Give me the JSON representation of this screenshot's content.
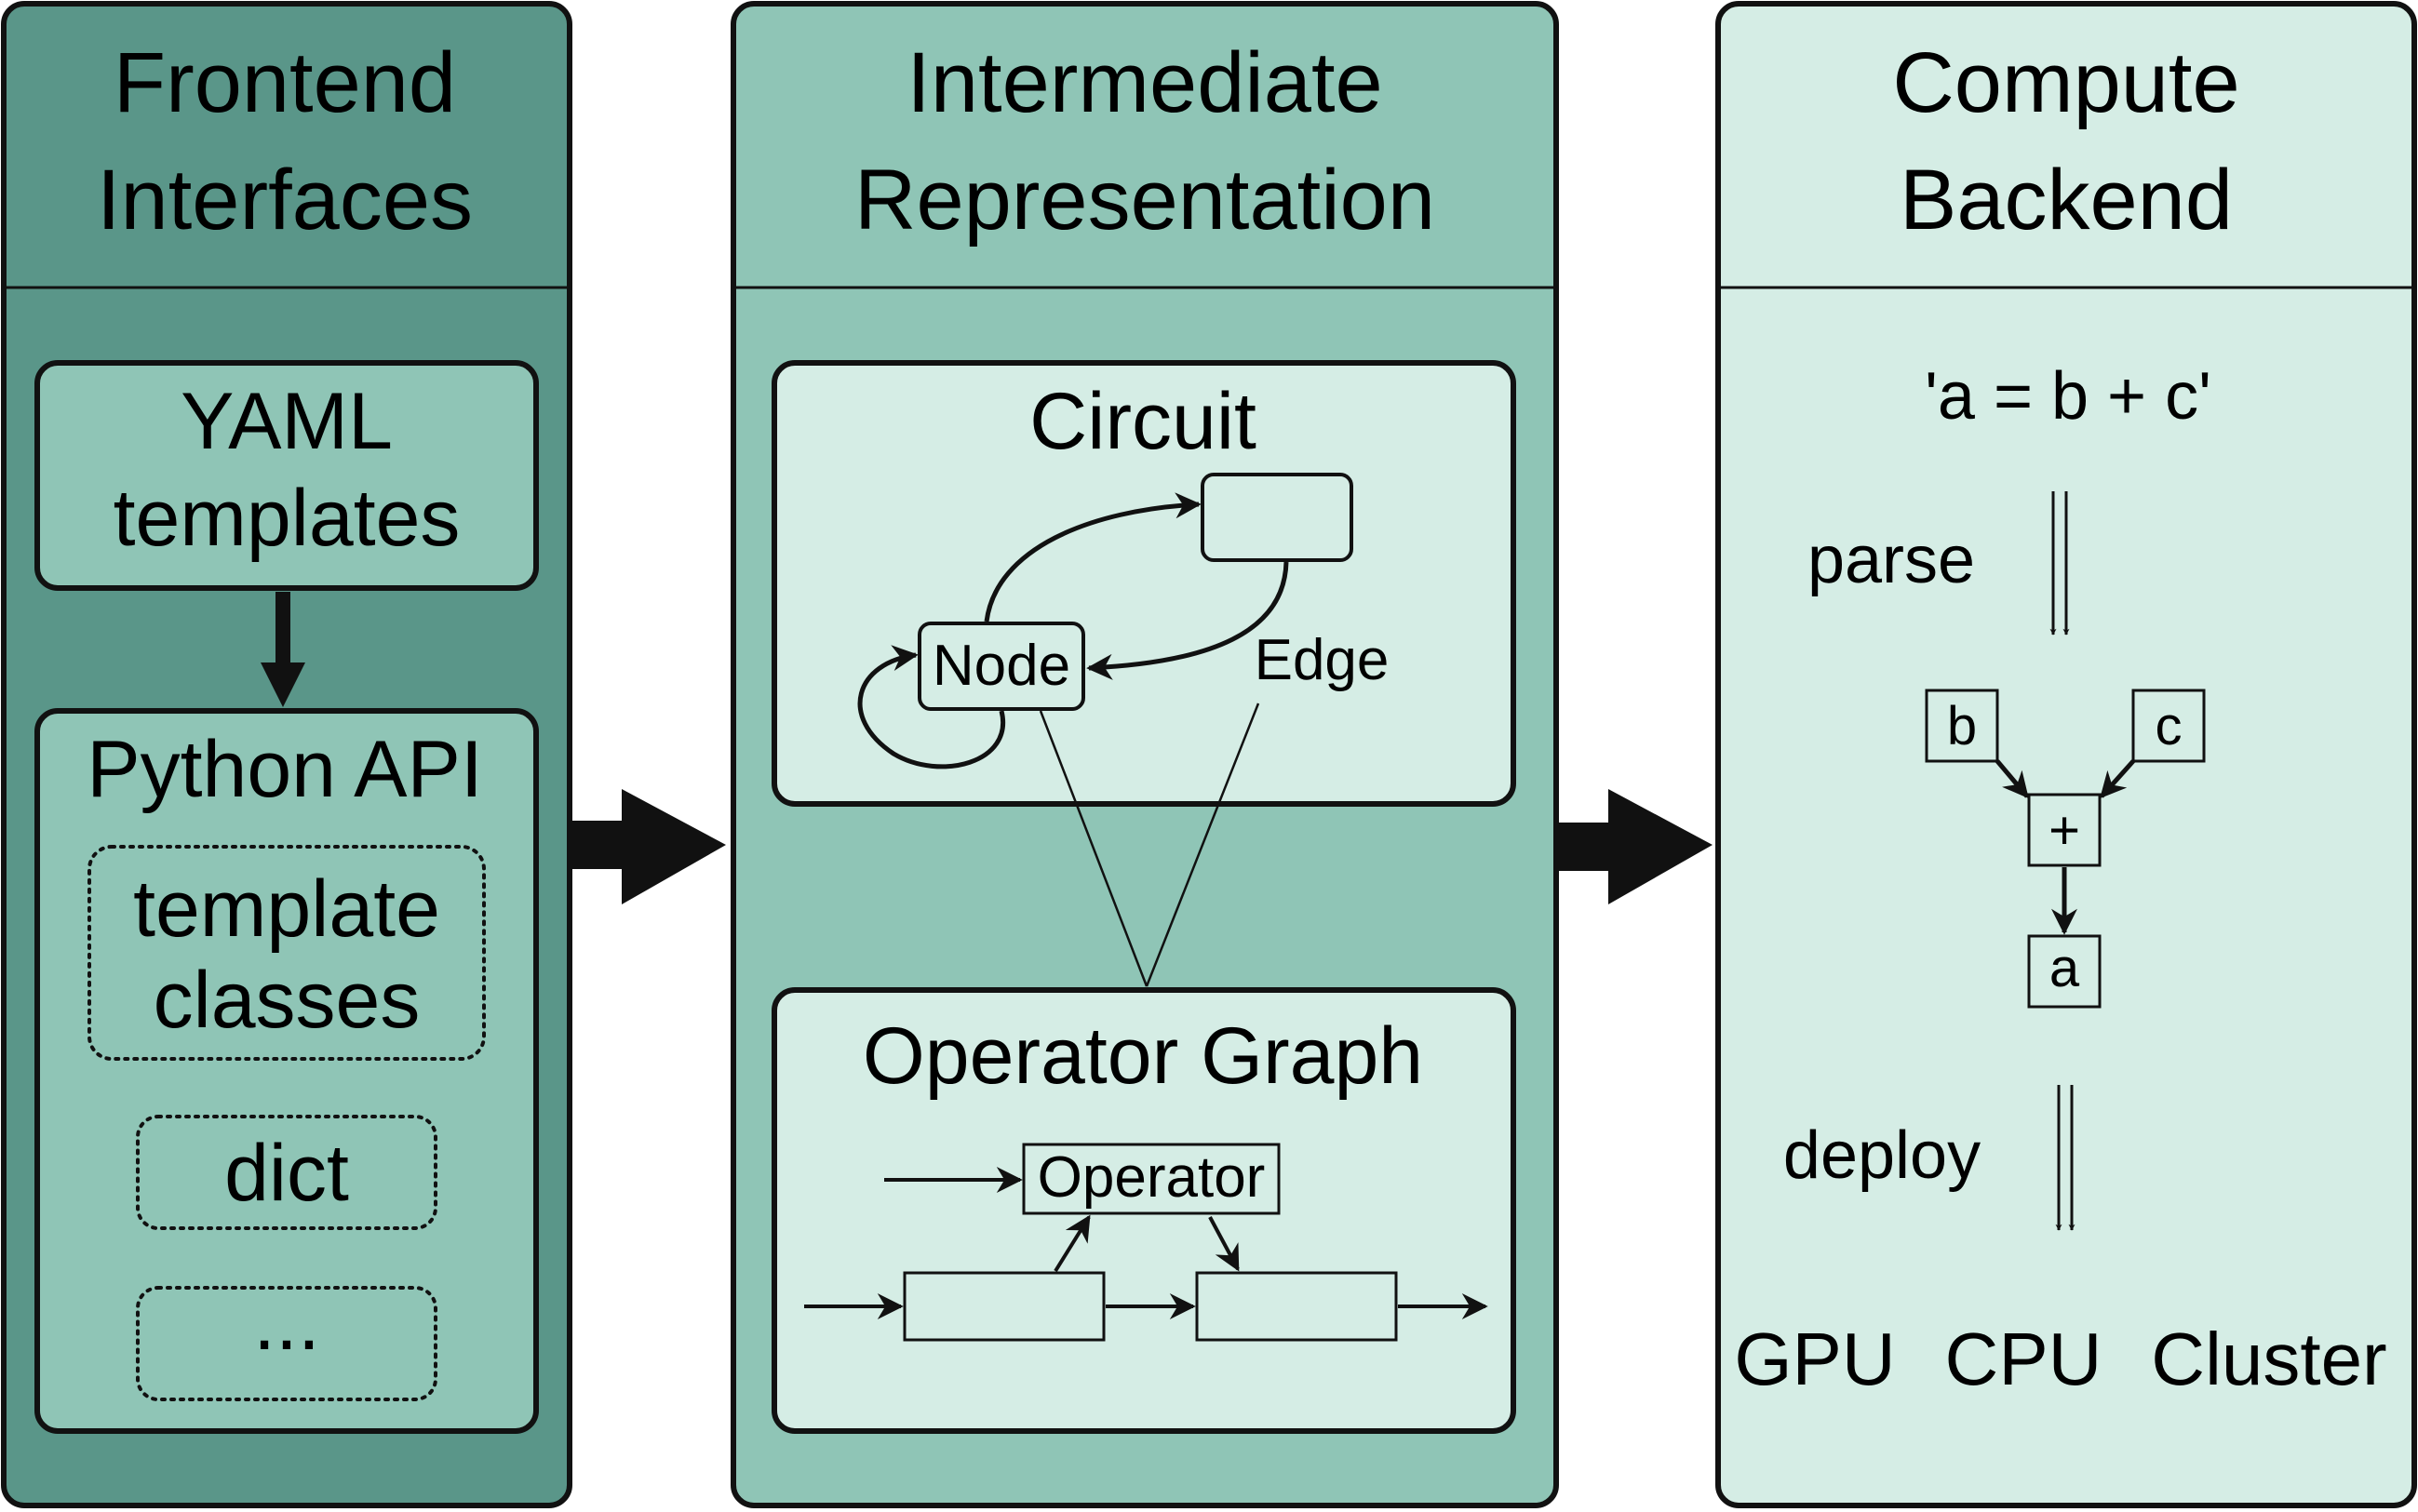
{
  "colors": {
    "frontend_panel": "#5a9689",
    "frontend_box": "#8fc5b6",
    "ir_panel": "#8fc5b6",
    "ir_box": "#d5ede5",
    "backend_panel": "#d5ede5",
    "box_fill": "#d5ede5",
    "stroke": "#111111"
  },
  "frontend": {
    "title_line1": "Frontend",
    "title_line2": "Interfaces",
    "yaml_line1": "YAML",
    "yaml_line2": "templates",
    "python_api": "Python API",
    "template_classes_line1": "template",
    "template_classes_line2": "classes",
    "dict": "dict",
    "ellipsis": "..."
  },
  "ir": {
    "title_line1": "Intermediate",
    "title_line2": "Representation",
    "circuit": "Circuit",
    "node": "Node",
    "edge": "Edge",
    "operator_graph": "Operator Graph",
    "operator": "Operator"
  },
  "backend": {
    "title_line1": "Compute",
    "title_line2": "Backend",
    "expression": "'a = b + c'",
    "parse": "parse",
    "b": "b",
    "c": "c",
    "plus": "+",
    "a": "a",
    "deploy": "deploy",
    "targets": [
      "GPU",
      "CPU",
      "Cluster"
    ]
  }
}
